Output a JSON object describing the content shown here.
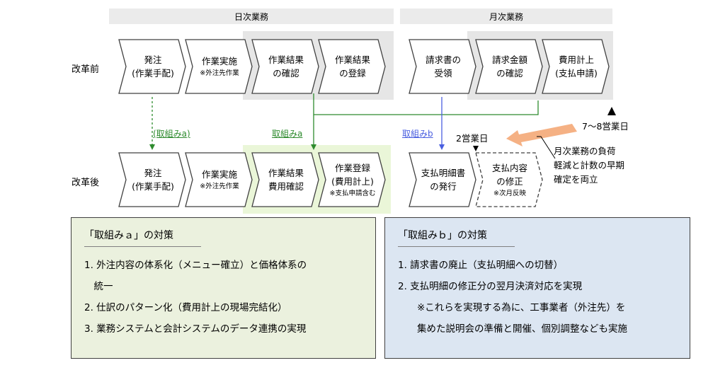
{
  "headers": {
    "daily": "日次業務",
    "monthly": "月次業務"
  },
  "rows": {
    "before": "改革前",
    "after": "改革後"
  },
  "before_steps": [
    {
      "lines": [
        "発注",
        "(作業手配)"
      ],
      "note": ""
    },
    {
      "lines": [
        "作業実施"
      ],
      "note": "※外注先作業"
    },
    {
      "lines": [
        "作業結果",
        "の確認"
      ],
      "note": ""
    },
    {
      "lines": [
        "作業結果",
        "の登録"
      ],
      "note": ""
    },
    {
      "lines": [
        "請求書の",
        "受領"
      ],
      "note": ""
    },
    {
      "lines": [
        "請求金額",
        "の確認"
      ],
      "note": ""
    },
    {
      "lines": [
        "費用計上",
        "(支払申請)"
      ],
      "note": ""
    }
  ],
  "after_steps": [
    {
      "lines": [
        "発注",
        "(作業手配)"
      ],
      "note": ""
    },
    {
      "lines": [
        "作業実施"
      ],
      "note": "※外注先作業"
    },
    {
      "lines": [
        "作業結果",
        "費用確認"
      ],
      "note": ""
    },
    {
      "lines": [
        "作業登録",
        "(費用計上)"
      ],
      "note": "※支払申請含む"
    },
    {
      "lines": [
        "支払明細書",
        "の発行"
      ],
      "note": ""
    },
    {
      "lines": [
        "支払内容",
        "の修正"
      ],
      "note": "※次月反映"
    }
  ],
  "arrow_labels": {
    "a_dotted": "(取組みa)",
    "a_solid": "取組みa",
    "b": "取組みb",
    "two_days": "2営業日",
    "seven_eight": "7～8営業日"
  },
  "callout": [
    "月次業務の負荷",
    "軽減と計数の早期",
    "確定を両立"
  ],
  "colors": {
    "green": "#2e8b2e",
    "blue": "#4a5fe0",
    "orange": "#f5b184",
    "box_a": "#ebf1de",
    "box_b": "#dce6f2"
  },
  "box_a": {
    "title": "「取組みａ」の対策",
    "items": [
      "1. 外注内容の体系化（メニュー確立）と価格体系の",
      "　統一",
      "2. 仕訳のパターン化（費用計上の現場完結化）",
      "3. 業務システムと会計システムのデータ連携の実現"
    ]
  },
  "box_b": {
    "title": "「取組みｂ」の対策",
    "items": [
      "1. 請求書の廃止（支払明細への切替）",
      "2. 支払明細の修正分の翌月決済対応を実現",
      "　　※これらを実現する為に、工事業者（外注先）を",
      "　　集めた説明会の準備と開催、個別調整なども実施"
    ]
  }
}
